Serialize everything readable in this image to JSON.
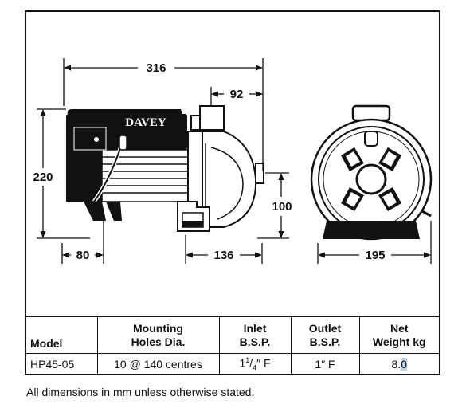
{
  "figure": {
    "brand": "DAVEY",
    "dimensions": {
      "overall_length": "316",
      "inlet_offset": "92",
      "height": "220",
      "outlet_height": "100",
      "foot_offset": "80",
      "front_length": "136",
      "width": "195"
    }
  },
  "table": {
    "headers": [
      {
        "line1": "",
        "line2": "Model"
      },
      {
        "line1": "Mounting",
        "line2": "Holes Dia."
      },
      {
        "line1": "Inlet",
        "line2": "B.S.P."
      },
      {
        "line1": "Outlet",
        "line2": "B.S.P."
      },
      {
        "line1": "Net",
        "line2": "Weight kg"
      }
    ],
    "row": {
      "model": "HP45-05",
      "mounting": "10 @ 140 centres",
      "inlet_whole": "1",
      "inlet_num": "1",
      "inlet_den": "4",
      "inlet_suffix": "″ F",
      "outlet": "1″ F",
      "weight_main": "8.",
      "weight_selected": "0"
    }
  },
  "footnote": "All dimensions in mm unless otherwise stated."
}
